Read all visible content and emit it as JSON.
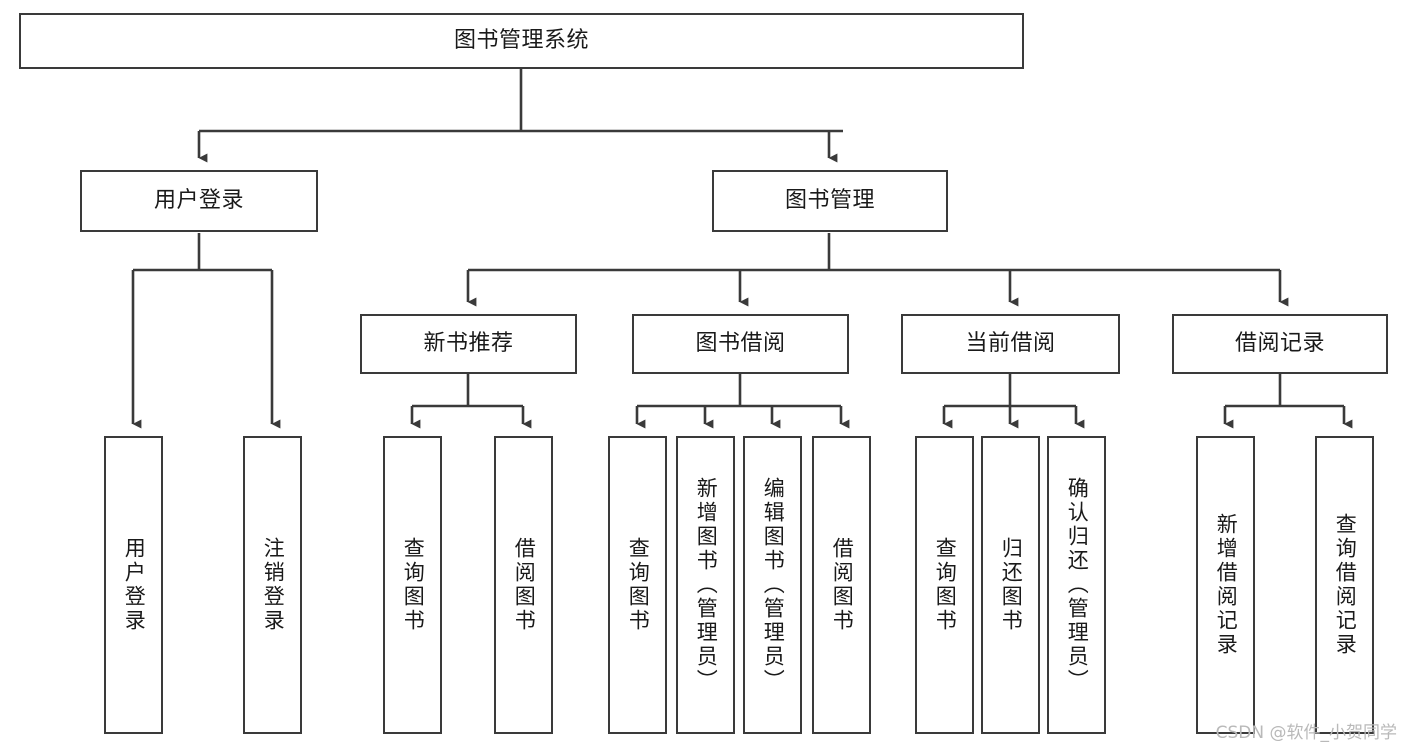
{
  "diagram": {
    "title": "图书管理系统",
    "type": "tree-hierarchy-diagram",
    "root": {
      "id": "root",
      "label": "图书管理系统"
    },
    "level2": [
      {
        "id": "user-login",
        "label": "用户登录"
      },
      {
        "id": "book-manage",
        "label": "图书管理"
      }
    ],
    "level3": [
      {
        "id": "new-book-recommend",
        "label": "新书推荐"
      },
      {
        "id": "book-borrow",
        "label": "图书借阅"
      },
      {
        "id": "current-borrow",
        "label": "当前借阅"
      },
      {
        "id": "borrow-record",
        "label": "借阅记录"
      }
    ],
    "leaves": {
      "user_login": [
        {
          "id": "leaf-user-login",
          "label": "用户登录"
        },
        {
          "id": "leaf-logout-login",
          "label": "注销登录"
        }
      ],
      "new_book_recommend": [
        {
          "id": "leaf-query-book-1",
          "label": "查询图书"
        },
        {
          "id": "leaf-borrow-book-1",
          "label": "借阅图书"
        }
      ],
      "book_borrow": [
        {
          "id": "leaf-query-book-2",
          "label": "查询图书"
        },
        {
          "id": "leaf-add-book",
          "label": "新增图书（管理员）"
        },
        {
          "id": "leaf-edit-book",
          "label": "编辑图书（管理员）"
        },
        {
          "id": "leaf-borrow-book-2",
          "label": "借阅图书"
        }
      ],
      "current_borrow": [
        {
          "id": "leaf-query-book-3",
          "label": "查询图书"
        },
        {
          "id": "leaf-return-book",
          "label": "归还图书"
        },
        {
          "id": "leaf-confirm-return",
          "label": "确认归还（管理员）"
        }
      ],
      "borrow_record": [
        {
          "id": "leaf-add-record",
          "label": "新增借阅记录"
        },
        {
          "id": "leaf-query-record",
          "label": "查询借阅记录"
        }
      ]
    },
    "colors": {
      "stroke": "#3a3a3a",
      "fill": "#ffffff",
      "text": "#1a1a1a",
      "watermark": "#b9b9b9"
    }
  },
  "watermark": {
    "text": "CSDN @软件_小贺同学"
  }
}
